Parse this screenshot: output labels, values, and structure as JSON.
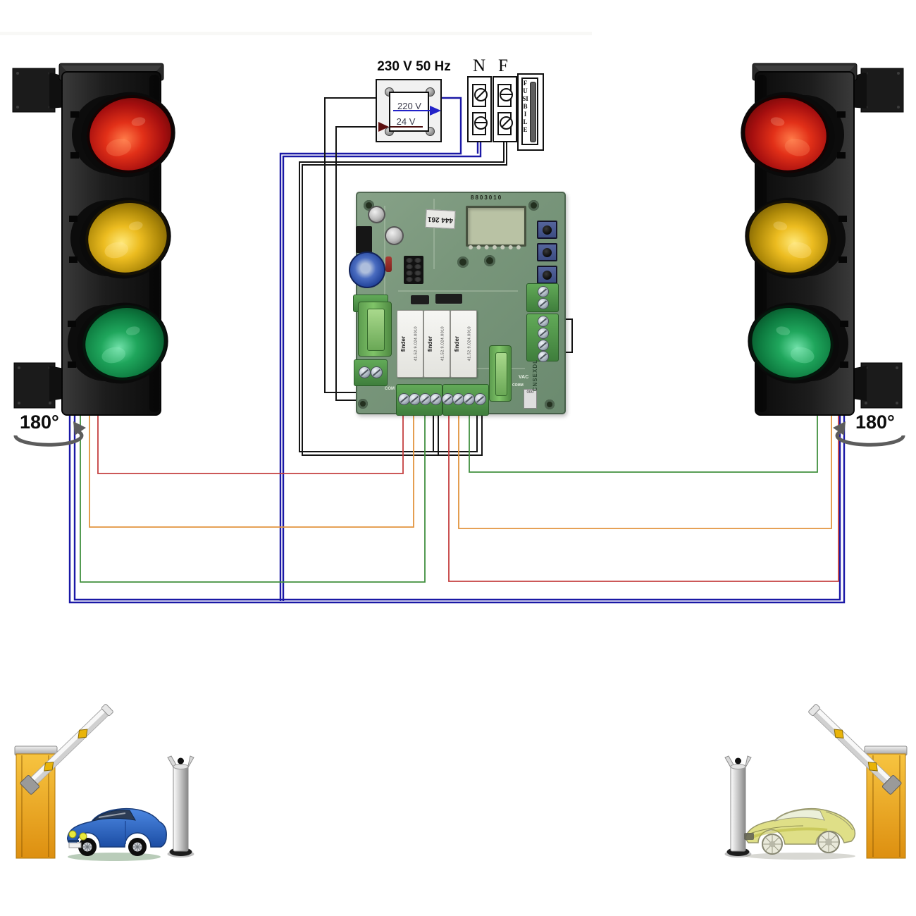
{
  "power_supply": {
    "transformer_title": "230 V 50 Hz",
    "primary_voltage": "220 V",
    "secondary_voltage": "24 V",
    "terminal_n": "N",
    "terminal_f": "F",
    "fuse_label": "FUSIBILE"
  },
  "traffic_lights": {
    "left": {
      "rotation": "180°",
      "lamps": [
        "red",
        "yellow",
        "green"
      ]
    },
    "right": {
      "rotation": "180°",
      "lamps": [
        "red",
        "yellow",
        "green"
      ]
    }
  },
  "control_board": {
    "label": "444 261",
    "display_pads": "8803010",
    "relays": {
      "brand": "finder",
      "model": "41.52.9.024.0010",
      "count": 3
    },
    "silkscreen": {
      "vac": "VAC",
      "com": "COM",
      "comm": "COMM",
      "side_text": "CNSEXDL",
      "label_000": "000"
    }
  },
  "wire_colors": {
    "common_blue": "#1a18a6",
    "mains_black": "#141414",
    "red_lamp": "#c54040",
    "orange_lamp": "#e2943e",
    "green_lamp": "#42903f"
  },
  "palette": {
    "board_green": "#79967b",
    "lcd": "#b9c2a4",
    "barrier_yellow": "#eeb22a",
    "lamp_red": "#c01212",
    "lamp_yellow": "#d8a810",
    "lamp_green": "#12864a",
    "housing_black": "#1a1a1a"
  }
}
